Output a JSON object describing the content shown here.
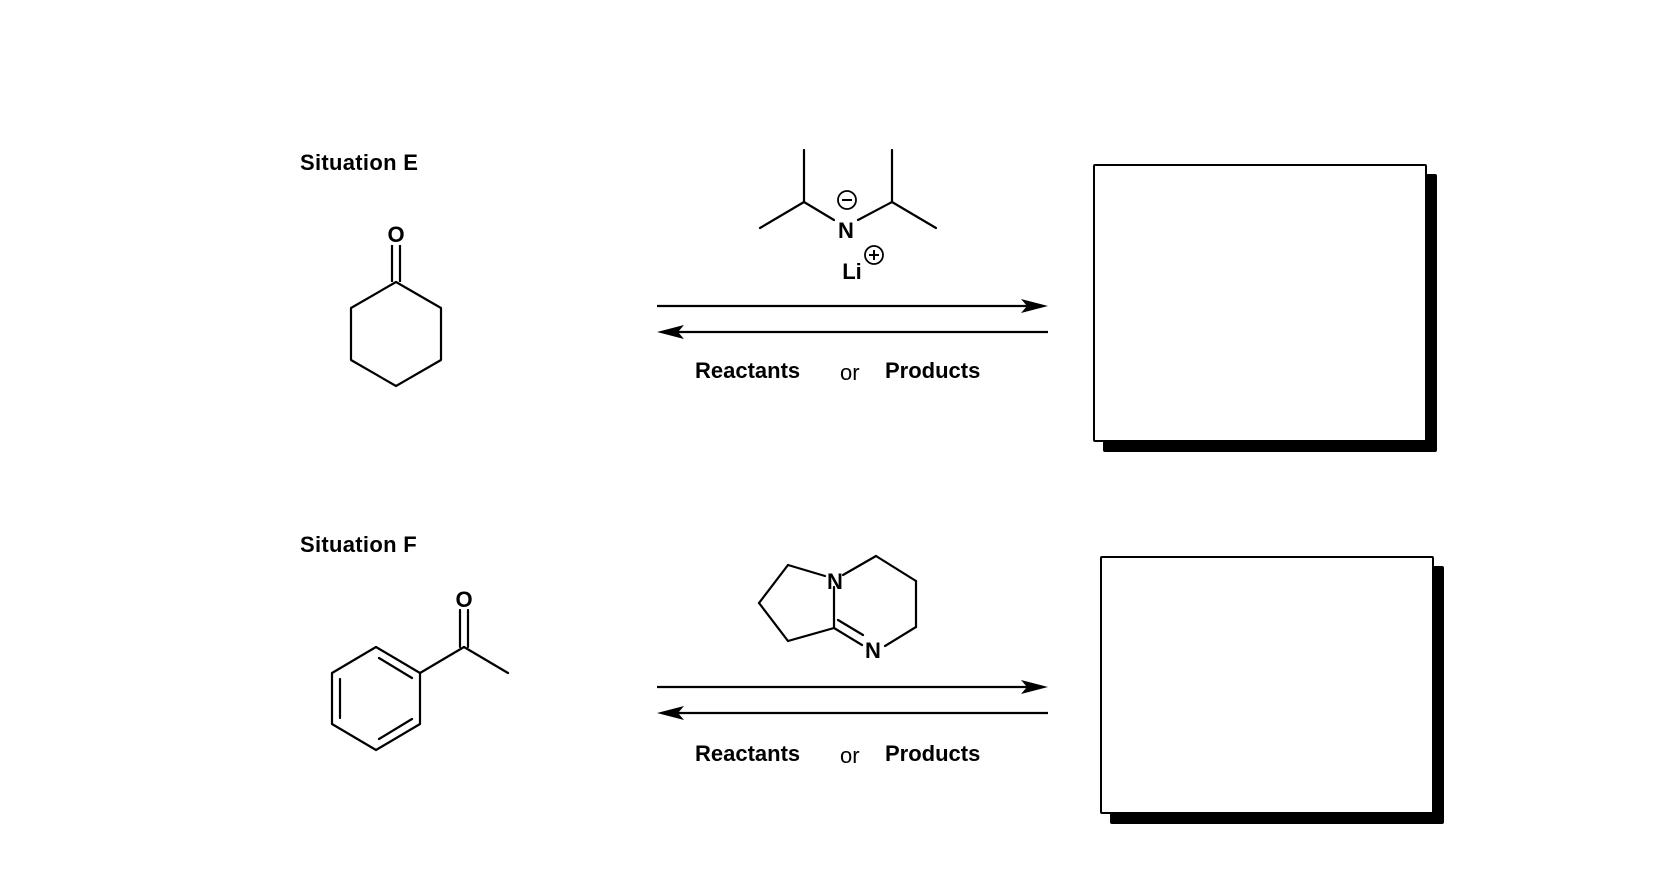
{
  "situations": [
    {
      "label": "Situation E",
      "carbonyl_atom": "O",
      "reagent": {
        "nitrogen": "N",
        "nitrogen_charge": "−",
        "counterion": "Li",
        "counterion_charge": "+"
      },
      "choices": {
        "reactants": "Reactants",
        "or": "or",
        "products": "Products"
      }
    },
    {
      "label": "Situation F",
      "carbonyl_atom": "O",
      "reagent": {
        "nitrogen_1": "N",
        "nitrogen_2": "N"
      },
      "choices": {
        "reactants": "Reactants",
        "or": "or",
        "products": "Products"
      }
    }
  ]
}
